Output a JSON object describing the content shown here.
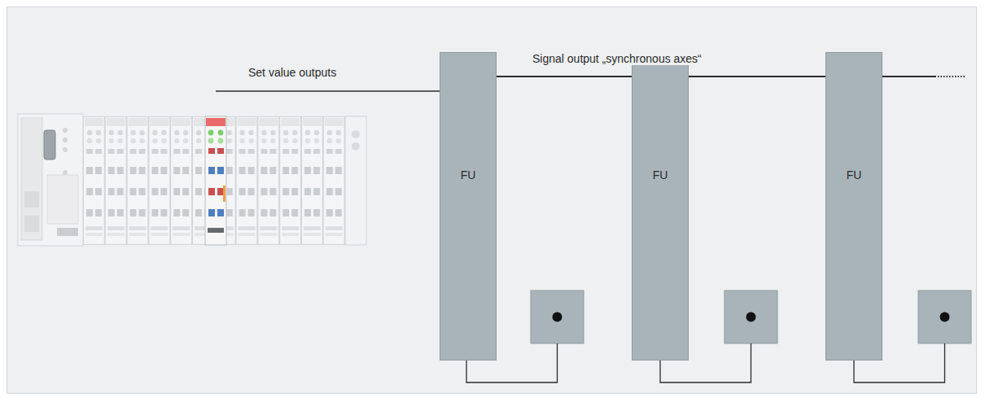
{
  "diagram": {
    "nodes": [
      {
        "text": [
          "FU"
        ]
      },
      {
        "text": [
          "FU"
        ]
      },
      {
        "text": [
          "FU"
        ]
      }
    ],
    "edges": [
      {
        "from": 0,
        "to": 1,
        "arrow": "none"
      },
      {
        "from": 1,
        "to": 2,
        "arrow": "none"
      }
    ],
    "labels": [
      "Set value outputs",
      "Signal output „synchronous axes“"
    ]
  }
}
